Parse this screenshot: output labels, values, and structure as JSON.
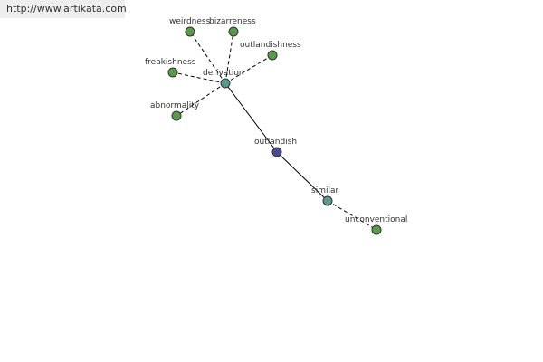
{
  "header": {
    "url": "http://www.artikata.com"
  },
  "colors": {
    "leaf": "#5a9a4a",
    "relation": "#5a9a8a",
    "center": "#4a4a9a"
  },
  "graph": {
    "nodes": [
      {
        "id": "weirdness",
        "label": "weirdness",
        "kind": "leaf"
      },
      {
        "id": "bizarreness",
        "label": "bizarreness",
        "kind": "leaf"
      },
      {
        "id": "outlandishness",
        "label": "outlandishness",
        "kind": "leaf"
      },
      {
        "id": "freakishness",
        "label": "freakishness",
        "kind": "leaf"
      },
      {
        "id": "abnormality",
        "label": "abnormality",
        "kind": "leaf"
      },
      {
        "id": "derivation",
        "label": "derivation",
        "kind": "relation"
      },
      {
        "id": "outlandish",
        "label": "outlandish",
        "kind": "center"
      },
      {
        "id": "similar",
        "label": "similar",
        "kind": "relation"
      },
      {
        "id": "unconventional",
        "label": "unconventional",
        "kind": "leaf"
      }
    ],
    "edges": [
      {
        "from": "derivation",
        "to": "weirdness",
        "style": "dashed"
      },
      {
        "from": "derivation",
        "to": "bizarreness",
        "style": "dashed"
      },
      {
        "from": "derivation",
        "to": "outlandishness",
        "style": "dashed"
      },
      {
        "from": "derivation",
        "to": "freakishness",
        "style": "dashed"
      },
      {
        "from": "derivation",
        "to": "abnormality",
        "style": "dashed"
      },
      {
        "from": "derivation",
        "to": "outlandish",
        "style": "solid"
      },
      {
        "from": "outlandish",
        "to": "similar",
        "style": "solid"
      },
      {
        "from": "similar",
        "to": "unconventional",
        "style": "dashed"
      }
    ]
  }
}
